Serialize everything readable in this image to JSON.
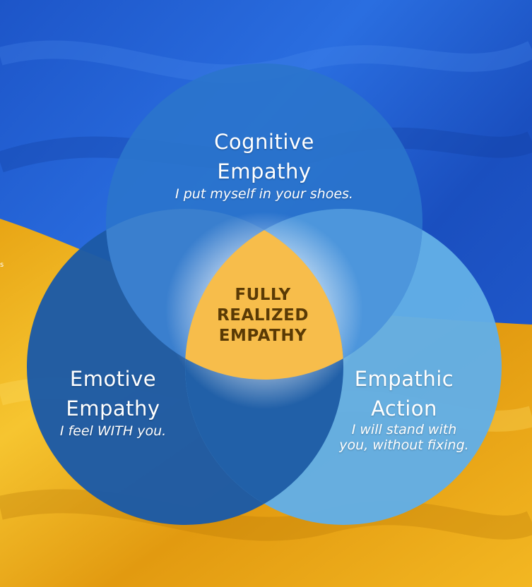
{
  "diagram": {
    "top_circle": {
      "title_line1": "Cognitive",
      "title_line2": "Empathy",
      "subtitle": "I put myself in your shoes."
    },
    "left_circle": {
      "title_line1": "Emotive",
      "title_line2": "Empathy",
      "subtitle": "I feel WITH you."
    },
    "right_circle": {
      "title_line1": "Empathic",
      "title_line2": "Action",
      "subtitle_line1": "I will stand with",
      "subtitle_line2": "you, without fixing."
    },
    "center": {
      "line1": "FULLY",
      "line2": "REALIZED",
      "line3": "EMPATHY"
    }
  },
  "colors": {
    "flag_blue": "#1f5bd0",
    "flag_yellow": "#f2b51e",
    "circle_top": "#2a74cc",
    "circle_left": "#1c5aa6",
    "circle_right": "#62aee6",
    "center_fill": "#f7bd4b",
    "center_text": "#5a3a05"
  }
}
